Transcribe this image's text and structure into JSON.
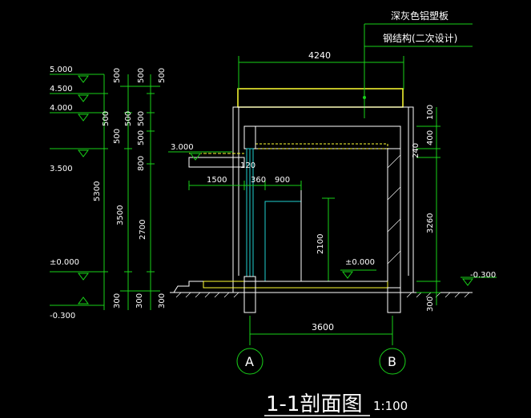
{
  "notes": {
    "cladding": "深灰色铝塑板",
    "steel": "钢结构(二次设计)"
  },
  "elevations": {
    "e5000": "5.000",
    "e4500": "4.500",
    "e4000": "4.000",
    "e3500": "3.500",
    "e3000": "3.000",
    "e0000_left": "±0.000",
    "e0000_inner": "±0.000",
    "em300_left": "-0.300",
    "em300_right": "-0.300"
  },
  "dims": {
    "top_width": "4240",
    "bottom_width": "3600",
    "d1500": "1500",
    "d360": "360",
    "d900": "900",
    "d120": "120",
    "d2100": "2100",
    "r100": "100",
    "r400": "400",
    "r240": "240",
    "r3260": "3260",
    "r300": "300",
    "c1_500a": "500",
    "c1_500b": "500",
    "c1_500c": "500",
    "c1_5300": "5300",
    "c1_300": "300",
    "c2_500a": "500",
    "c2_500b": "500",
    "c2_3500": "3500",
    "c2_300": "300",
    "c3_500a": "500",
    "c3_500b": "500",
    "c3_500c": "500",
    "c3_800": "800",
    "c3_2700": "2700",
    "c3_300": "300"
  },
  "axes": {
    "a": "A",
    "b": "B"
  },
  "title": {
    "main": "1-1剖面图",
    "scale": "1:100"
  },
  "colors": {
    "background": "#000000",
    "dimension": "#19d219",
    "wall": "#ffffff",
    "highlight": "#ffff33",
    "glass": "#1fd0d0"
  }
}
